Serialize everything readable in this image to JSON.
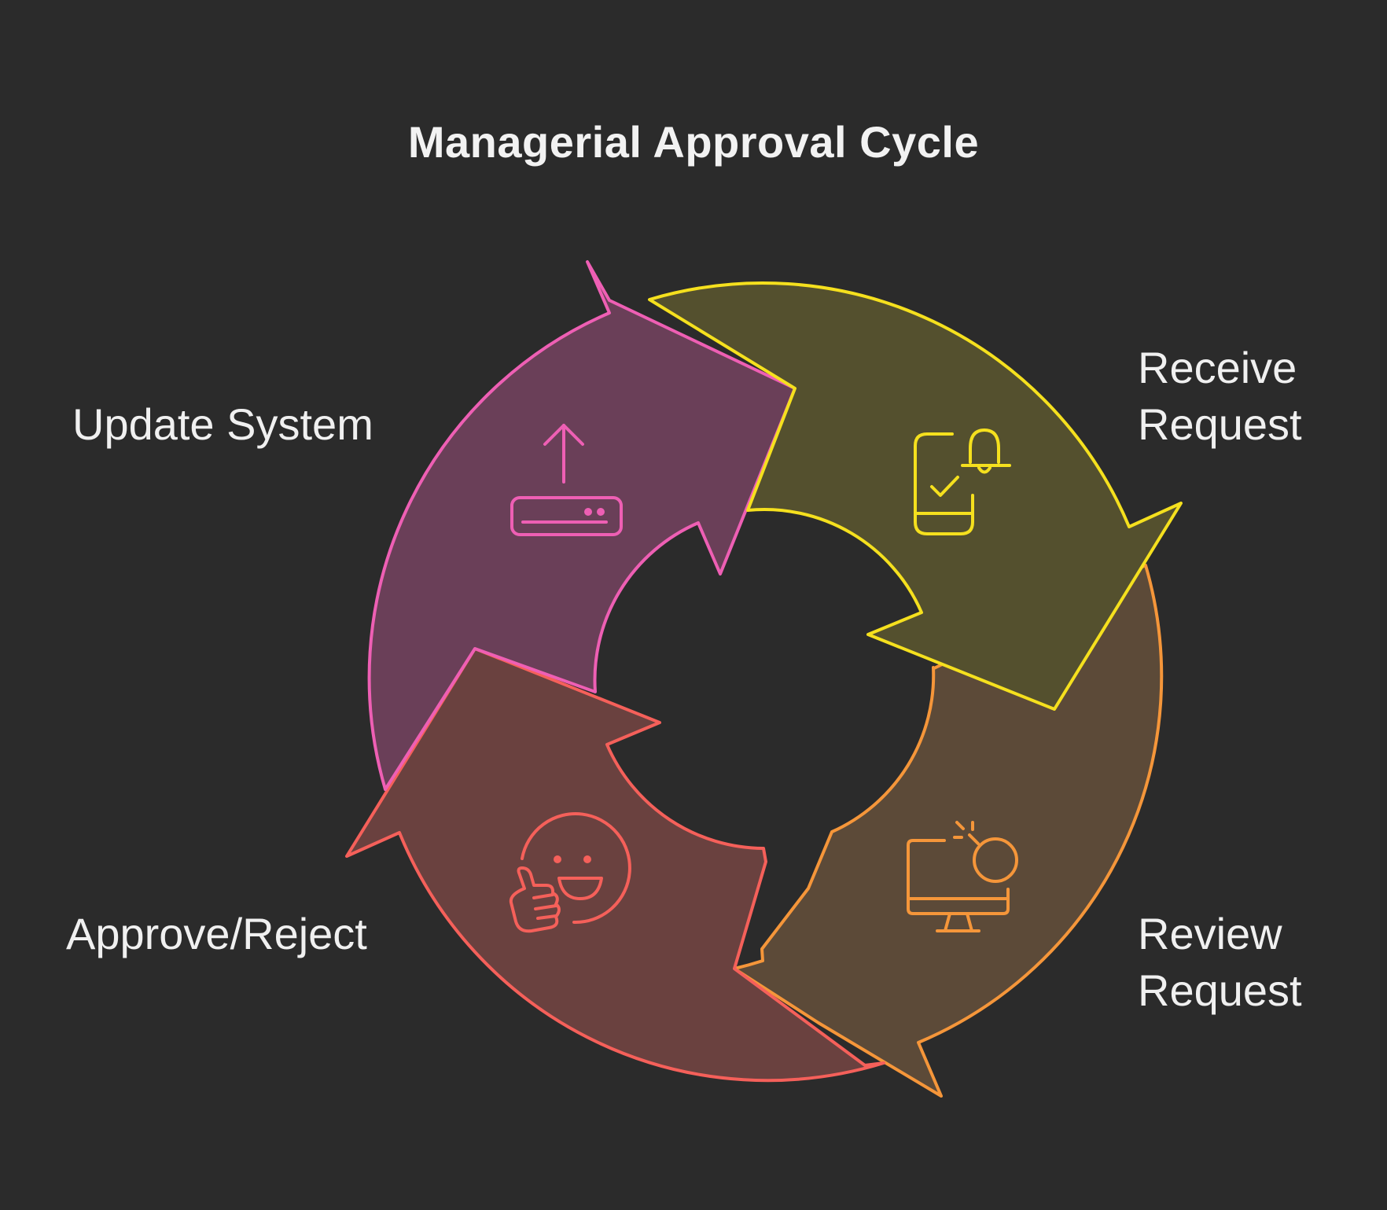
{
  "title": "Managerial Approval Cycle",
  "steps": [
    {
      "id": "receive",
      "label_lines": [
        "Receive",
        "Request"
      ],
      "icon": "phone-bell-icon",
      "color": "#f5e01e",
      "fill": "#54502e"
    },
    {
      "id": "review",
      "label_lines": [
        "Review",
        "Request"
      ],
      "icon": "monitor-icon",
      "color": "#f5963a",
      "fill": "#5c4a38"
    },
    {
      "id": "approve",
      "label_lines": [
        "Approve/Reject"
      ],
      "icon": "thumbs-up-smile-icon",
      "color": "#f5605a",
      "fill": "#6a413f"
    },
    {
      "id": "update",
      "label_lines": [
        "Update System"
      ],
      "icon": "upload-device-icon",
      "color": "#ee5fb4",
      "fill": "#6a3f58"
    }
  ]
}
